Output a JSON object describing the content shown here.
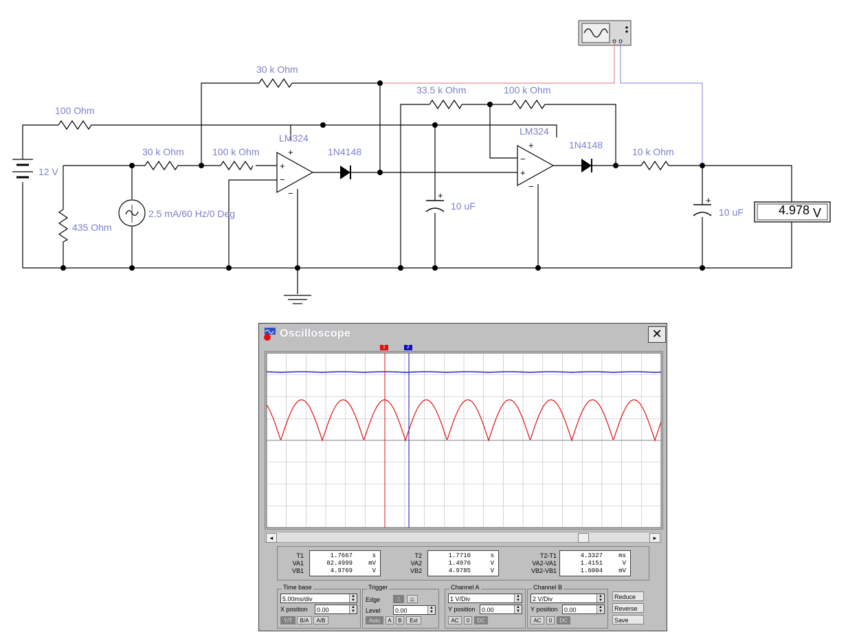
{
  "schematic": {
    "labels": {
      "r_top": "30 k Ohm",
      "r_100ohm": "100  Ohm",
      "r_30k_in": "30 k Ohm",
      "r_100k_in": "100 k Ohm",
      "r_33k": "33.5 k Ohm",
      "r_100k_fb": "100 k Ohm",
      "r_10k": "10 k Ohm",
      "r_435": "435  Ohm",
      "opamp1": "LM324",
      "opamp2": "LM324",
      "diode1": "1N4148",
      "diode2": "1N4148",
      "battery": "12 V",
      "source": "2.5 mA/60 Hz/0 Deg",
      "cap1": "10 uF",
      "cap2": "10 uF",
      "plus": "+",
      "minus": "−"
    },
    "voltmeter": {
      "value": "4.978",
      "unit": "V"
    }
  },
  "oscilloscope": {
    "title": "Oscilloscope",
    "close": "✕",
    "colors": {
      "channel_a": "#e01010",
      "channel_b": "#1010c0",
      "grid": "#b8b8b8"
    },
    "cursors": {
      "t1": "1",
      "t2": "2"
    },
    "readouts": {
      "T1": {
        "label": "T1",
        "value": "1.7667",
        "unit": "s"
      },
      "VA1": {
        "label": "VA1",
        "value": "82.4999",
        "unit": "mV"
      },
      "VB1": {
        "label": "VB1",
        "value": "4.9769",
        "unit": "V"
      },
      "T2": {
        "label": "T2",
        "value": "1.7710",
        "unit": "s"
      },
      "VA2": {
        "label": "VA2",
        "value": "1.4976",
        "unit": "V"
      },
      "VB2": {
        "label": "VB2",
        "value": "4.9785",
        "unit": "V"
      },
      "T2T1": {
        "label": "T2-T1",
        "value": "4.3327",
        "unit": "ms"
      },
      "VA2VA1": {
        "label": "VA2-VA1",
        "value": "1.4151",
        "unit": "V"
      },
      "VB2VB1": {
        "label": "VB2-VB1",
        "value": "1.6004",
        "unit": "mV"
      }
    },
    "timebase": {
      "title": "Time base",
      "value": "5.00ms/div",
      "xpos_label": "X position",
      "xpos": "0.00",
      "modes": [
        "Y/T",
        "B/A",
        "A/B"
      ]
    },
    "trigger": {
      "title": "Trigger",
      "edge_label": "Edge",
      "level_label": "Level",
      "level": "0.00",
      "auto": "Auto",
      "a": "A",
      "b": "B",
      "ext": "Ext"
    },
    "channel_a": {
      "title": "Channel A",
      "value": "1 V/Div",
      "ypos_label": "Y position",
      "ypos": "0.00",
      "ac": "AC",
      "zero": "0",
      "dc": "DC"
    },
    "channel_b": {
      "title": "Channel B",
      "value": "2 V/Div",
      "ypos_label": "Y position",
      "ypos": "0.00",
      "ac": "AC",
      "zero": "0",
      "dc": "DC"
    },
    "side_buttons": {
      "reduce": "Reduce",
      "reverse": "Reverse",
      "save": "Save"
    }
  }
}
